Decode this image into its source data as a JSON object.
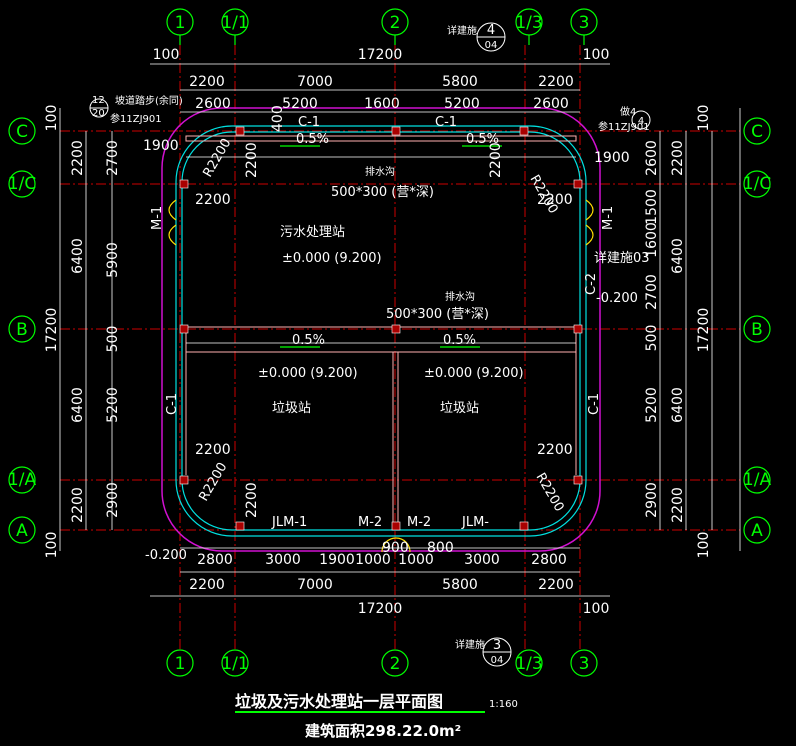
{
  "title": "垃圾及污水处理站一层平面图",
  "scale": "1:160",
  "area": "建筑面积298.22.0m²",
  "axes": {
    "col_1": "1",
    "col_1_1": "1/1",
    "col_2": "2",
    "col_1_3": "1/3",
    "col_3": "3",
    "row_C": "C",
    "row_1C": "1/C",
    "row_B": "B",
    "row_1A": "1/A",
    "row_A": "A"
  },
  "dims_top": {
    "edge_l": "100",
    "edge_r": "100",
    "total": "17200",
    "seg": [
      "2200",
      "7000",
      "5800",
      "2200"
    ],
    "inner": [
      "2600",
      "5200",
      "1600",
      "5200",
      "2600"
    ]
  },
  "dims_bottom": {
    "inner": [
      "2800",
      "3000",
      "1900",
      "1000",
      "1000",
      "3000",
      "2800"
    ],
    "seg": [
      "2200",
      "7000",
      "5800",
      "2200"
    ],
    "total": "17200",
    "edge": "100"
  },
  "dims_left": {
    "edge_top": "100",
    "edge_bot": "100",
    "outer": "17200",
    "mid": [
      "2200",
      "6400",
      "6400",
      "2200"
    ],
    "inner": [
      "2700",
      "5900",
      "500",
      "5200",
      "2900"
    ]
  },
  "dims_right": {
    "edge_top": "100",
    "edge_bot": "100",
    "outer": "17200",
    "mid": [
      "2200",
      "6400",
      "6400",
      "2200"
    ],
    "inner": [
      "2600",
      "1500",
      "1600",
      "2700",
      "500",
      "5200",
      "2900"
    ]
  },
  "labels": {
    "room_top": "污水处理站",
    "room_bl": "垃圾站",
    "room_br": "垃圾站",
    "elev_top": "±0.000 (9.200)",
    "elev_bl": "±0.000 (9.200)",
    "elev_br": "±0.000 (9.200)",
    "trench_top_title": "排水沟",
    "trench_top_size": "500*300 (营*深)",
    "trench_mid_title": "排水沟",
    "trench_mid_size": "500*300 (营*深)",
    "slope_1": "0.5%",
    "slope_2": "0.5%",
    "slope_3": "0.5%",
    "slope_4": "0.5%",
    "c1_top_l": "C-1",
    "c1_top_r": "C-1",
    "c1_left": "C-1",
    "c1_right": "C-1",
    "c2_right": "C-2",
    "m1_left": "M-1",
    "m1_right": "M-1",
    "m2_l": "M-2",
    "m2_r": "M-2",
    "jlm_l": "JLM-1",
    "jlm_r": "JLM-",
    "r2200_tl": "R2200",
    "r2200_tr": "R2200",
    "r2200_bl": "R2200",
    "r2200_br": "R2200",
    "in_2200_tl": "2200",
    "in_2200_tr": "2200",
    "in_2200_bl": "2200",
    "in_2200_br": "2200",
    "in_2200_v1": "2200",
    "in_2200_v2": "2200",
    "in_2200_v3": "2200",
    "in_1900_l": "1900",
    "in_1900_r": "1900",
    "in_400": "400",
    "in_900": "900",
    "in_800": "800",
    "elev_left": "-0.200",
    "elev_right": "-0.200",
    "detail_ramp": "坡道踏步(余同)",
    "detail_ref_l": "参11ZJ901",
    "detail_12": "12",
    "detail_20": "20",
    "detail_ref_r": "参11ZJ901",
    "detail_r_top": "做4",
    "detail_03": "详建施03",
    "detail_see_top": "详建施",
    "detail_see_bot": "详建施",
    "bubble_4": "4",
    "bubble_04_top": "04",
    "bubble_3": "3",
    "bubble_04_bot": "04",
    "bubble_4r": "4"
  }
}
